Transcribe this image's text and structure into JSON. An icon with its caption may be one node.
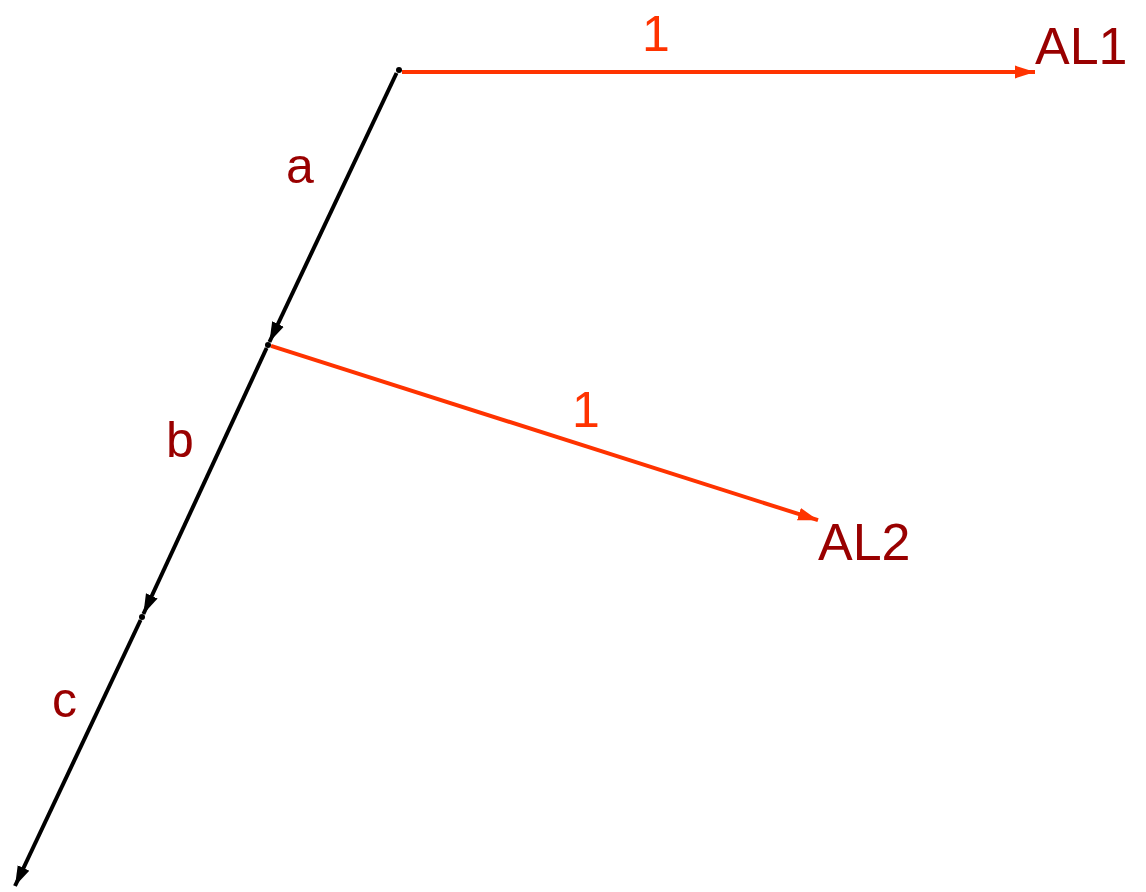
{
  "diagram": {
    "nodes": [
      {
        "text": [
          "AL1"
        ]
      },
      {
        "text": [
          "AL2"
        ]
      },
      {
        "text": [],
        "shape": "point"
      },
      {
        "text": [],
        "shape": "point"
      },
      {
        "text": [],
        "shape": "point"
      }
    ],
    "edges": [
      {
        "from": 2,
        "to": 3,
        "arrow": "to",
        "label": "a"
      },
      {
        "from": 3,
        "to": 4,
        "arrow": "to",
        "label": "b"
      },
      {
        "from": 4,
        "to": null,
        "arrow": "to",
        "label": "c"
      },
      {
        "from": 2,
        "to": 0,
        "arrow": "to",
        "label": "1",
        "color": "#ff3300"
      },
      {
        "from": 3,
        "to": 1,
        "arrow": "to",
        "label": "1",
        "color": "#ff3300"
      }
    ]
  }
}
